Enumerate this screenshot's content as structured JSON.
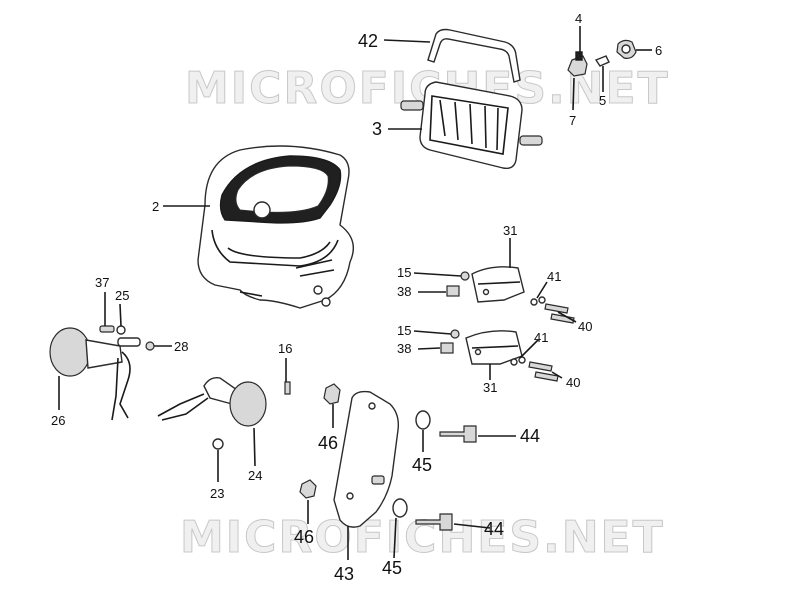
{
  "watermark": {
    "top": "MICROFICHES.NET",
    "bottom": "MICROFICHES.NET"
  },
  "labels": {
    "l2": "2",
    "l3": "3",
    "l4": "4",
    "l5": "5",
    "l6": "6",
    "l7": "7",
    "l15a": "15",
    "l15b": "15",
    "l16": "16",
    "l23": "23",
    "l24": "24",
    "l25": "25",
    "l26": "26",
    "l28": "28",
    "l31a": "31",
    "l31b": "31",
    "l37": "37",
    "l38a": "38",
    "l38b": "38",
    "l40a": "40",
    "l40b": "40",
    "l41a": "41",
    "l41b": "41",
    "l42": "42",
    "l43": "43",
    "l44a": "44",
    "l44b": "44",
    "l45a": "45",
    "l45b": "45",
    "l46a": "46",
    "l46b": "46"
  }
}
